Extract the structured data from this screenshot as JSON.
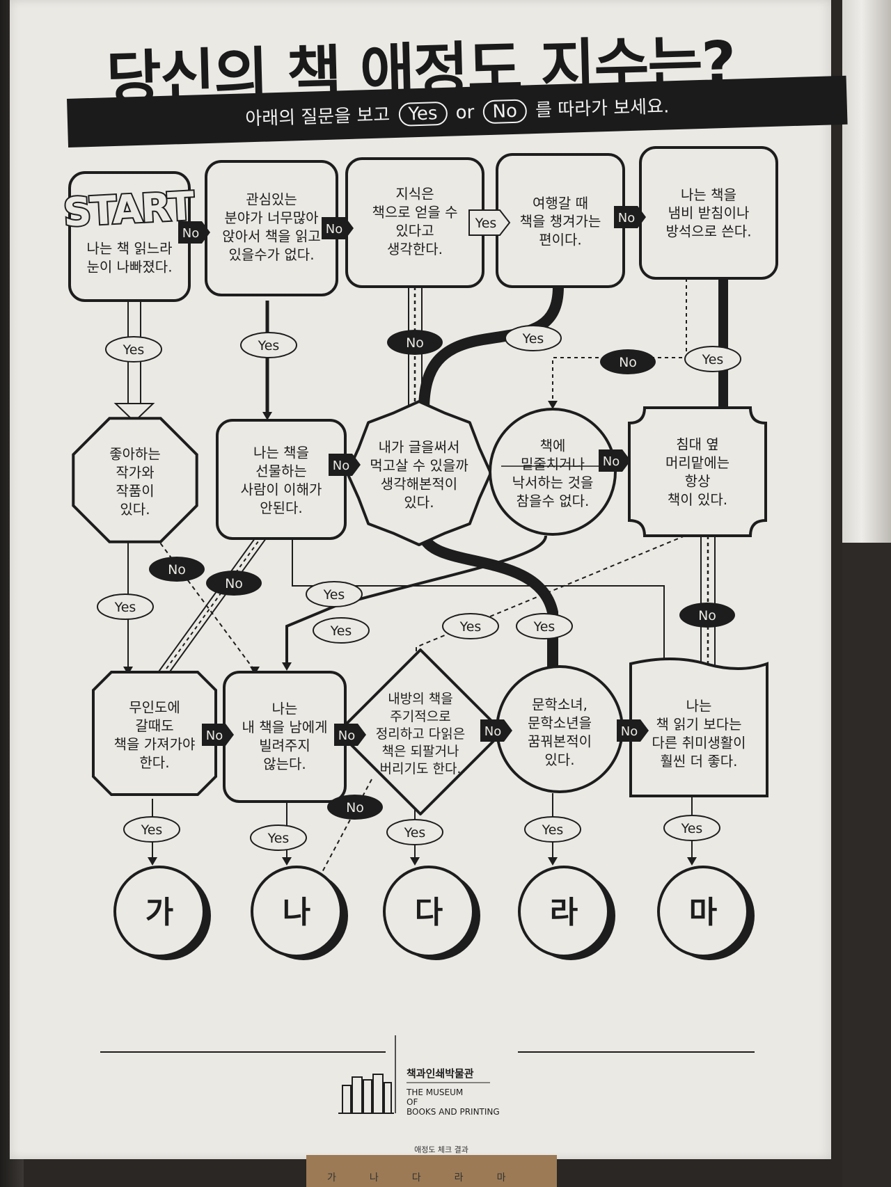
{
  "title": "당신의 책 애정도 지수는?",
  "subtitle": {
    "before": "아래의 질문을 보고",
    "yes": "Yes",
    "or": "or",
    "no": "No",
    "after": "를 따라가 보세요."
  },
  "start_label": "START",
  "nodes": {
    "q1": [
      "나는 책 읽느라",
      "눈이 나빠졌다."
    ],
    "q2": [
      "관심있는",
      "분야가 너무많아",
      "앉아서 책을 읽고",
      "있을수가 없다."
    ],
    "q3": [
      "지식은",
      "책으로 얻을 수",
      "있다고",
      "생각한다."
    ],
    "q4": [
      "여행갈 때",
      "책을 챙겨가는",
      "편이다."
    ],
    "q5": [
      "나는 책을",
      "냄비 받침이나",
      "방석으로 쓴다."
    ],
    "q6": [
      "좋아하는",
      "작가와",
      "작품이",
      "있다."
    ],
    "q7": [
      "나는 책을",
      "선물하는",
      "사람이 이해가",
      "안된다."
    ],
    "q8": [
      "내가 글을써서",
      "먹고살 수 있을까",
      "생각해본적이",
      "있다."
    ],
    "q9": [
      "책에",
      "밑줄치거나",
      "낙서하는 것을",
      "참을수 없다."
    ],
    "q10": [
      "침대 옆",
      "머리맡에는",
      "항상",
      "책이 있다."
    ],
    "q11": [
      "무인도에",
      "갈때도",
      "책을 가져가야",
      "한다."
    ],
    "q12": [
      "나는",
      "내 책을 남에게",
      "빌려주지",
      "않는다."
    ],
    "q13": [
      "내방의 책을",
      "주기적으로",
      "정리하고 다읽은",
      "책은 되팔거나",
      "버리기도 한다."
    ],
    "q14": [
      "문학소녀,",
      "문학소년을",
      "꿈꿔본적이",
      "있다."
    ],
    "q15": [
      "나는",
      "책 읽기 보다는",
      "다른 취미생활이",
      "훨씬 더 좋다."
    ]
  },
  "results": [
    "가",
    "나",
    "다",
    "라",
    "마"
  ],
  "labels": {
    "yes": "Yes",
    "no": "No"
  },
  "footer": {
    "museum_kr": "책과인쇄박물관",
    "museum_en": [
      "THE MUSEUM",
      "OF",
      "BOOKS AND PRINTING"
    ],
    "note_top": "애정도 체크 결과",
    "note_marks": [
      "가",
      "나",
      "다",
      "라",
      "마"
    ]
  }
}
